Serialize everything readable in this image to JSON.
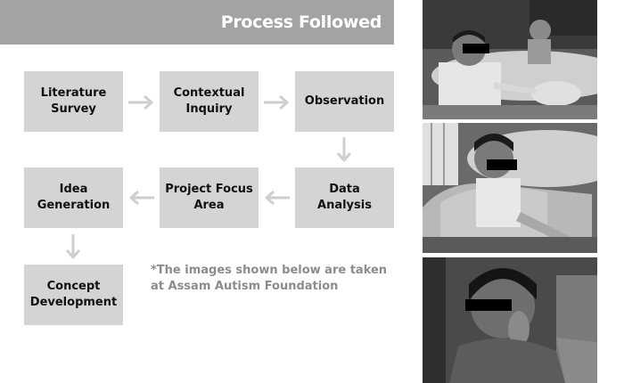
{
  "title": "Process Followed",
  "steps": {
    "literature_survey": "Literature\nSurvey",
    "contextual_inquiry": "Contextual\nInquiry",
    "observation": "Observation",
    "data_analysis": "Data\nAnalysis",
    "project_focus_area": "Project Focus\nArea",
    "idea_generation": "Idea\nGeneration",
    "concept_development": "Concept\nDevelopment"
  },
  "note": "*The images shown below are taken\nat Assam Autism Foundation",
  "icons": {
    "flow_arrow": "arrow-icon"
  },
  "colors": {
    "title_bar": "#a3a3a3",
    "box": "#d4d4d4",
    "arrow": "#cfcfcf",
    "note_text": "#8c8c8c"
  }
}
